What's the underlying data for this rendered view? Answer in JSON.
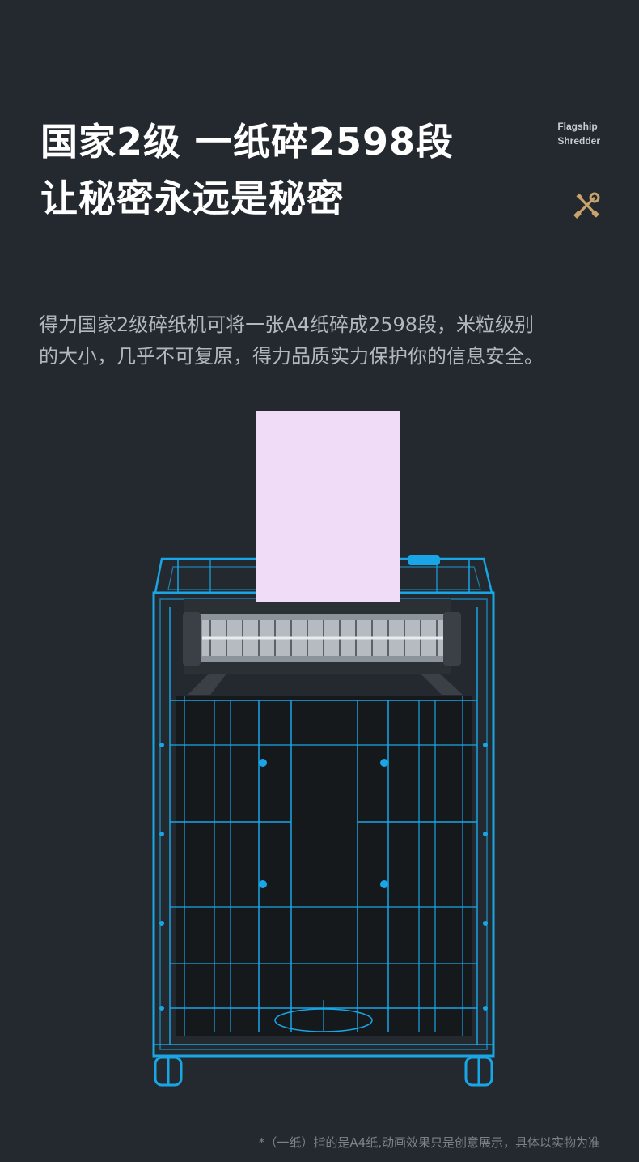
{
  "header": {
    "title_line1": "国家2级 一纸碎2598段",
    "title_line2": "让秘密永远是秘密",
    "brand_line1": "Flagship",
    "brand_line2": "Shredder"
  },
  "icons": {
    "tools": "wrench-screwdriver-icon"
  },
  "description": {
    "line1": "得力国家2级碎纸机可将一张A4纸碎成2598段，米粒级别",
    "line2": "的大小，几乎不可复原，得力品质实力保护你的信息安全。"
  },
  "footnote": "*（一纸）指的是A4纸,动画效果只是创意展示，具体以实物为准",
  "colors": {
    "background": "#23292e",
    "wireframe": "#18a6e6",
    "paper": "#f1dcf7",
    "accent_gold": "#c9a36a"
  }
}
